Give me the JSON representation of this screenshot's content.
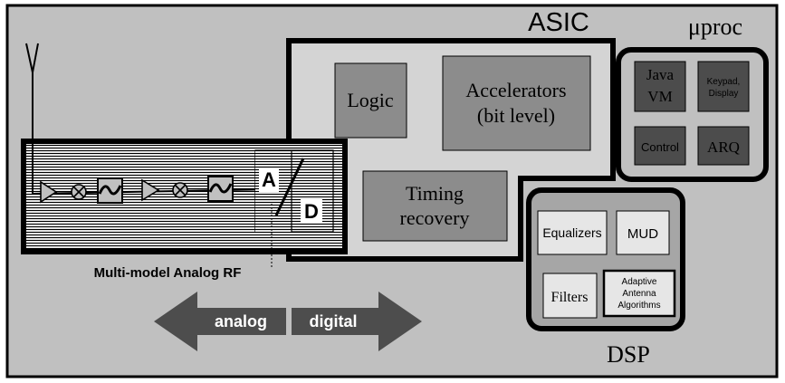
{
  "colors": {
    "background": "#c0c0c0",
    "asic_fill": "#d4d4d4",
    "block_fill": "#8c8c8c",
    "proc_block_fill": "#4c4c4c",
    "dsp_box_fill": "#a6a6a6",
    "dsp_block_fill": "#e6e6e6",
    "arrow_fill": "#4d4d4d",
    "hatch_line": "#000000"
  },
  "icons": {
    "antenna": "antenna-icon",
    "amplifier": "amplifier-triangle-icon",
    "mixer": "mixer-circle-x-icon",
    "filter": "bandpass-filter-icon"
  },
  "asic": {
    "label": "ASIC",
    "logic": "Logic",
    "accelerators_line1": "Accelerators",
    "accelerators_line2": "(bit level)",
    "timing_line1": "Timing",
    "timing_line2": "recovery"
  },
  "uproc": {
    "label": "μproc",
    "java_line1": "Java",
    "java_line2": "VM",
    "keypad_line1": "Keypad,",
    "keypad_line2": "Display",
    "control": "Control",
    "arq": "ARQ"
  },
  "dsp": {
    "label": "DSP",
    "equalizers": "Equalizers",
    "mud": "MUD",
    "filters": "Filters",
    "adaptive_line1": "Adaptive",
    "adaptive_line2": "Antenna",
    "adaptive_line3": "Algorithms"
  },
  "rf": {
    "caption": "Multi-model Analog RF",
    "converter_a": "A",
    "converter_d": "D"
  },
  "arrow": {
    "left_label": "analog",
    "right_label": "digital"
  }
}
